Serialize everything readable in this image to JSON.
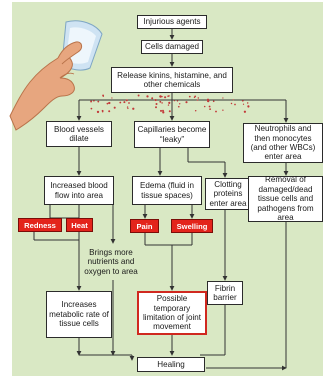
{
  "nodes": {
    "injurious_agents": "Injurious agents",
    "cells_damaged": "Cells damaged",
    "release_chemicals": "Release kinins, histamine, and other chemicals",
    "blood_vessels_dilate": "Blood vessels dilate",
    "capillaries_leaky": "Capillaries become “leaky”",
    "neutrophils_monocytes": "Neutrophils and then monocytes (and other WBCs) enter area",
    "increased_blood_flow": "Increased blood flow into area",
    "edema": "Edema (fluid in tissue spaces)",
    "clotting_proteins": "Clotting proteins enter area",
    "removal_damaged": "Removal of damaged/dead tissue cells and pathogens from area",
    "redness": "Redness",
    "heat": "Heat",
    "pain": "Pain",
    "swelling": "Swelling",
    "brings_nutrients": "Brings more nutrients and oxygen to area",
    "fibrin_barrier": "Fibrin barrier",
    "increases_metabolic": "Increases metabolic rate of tissue cells",
    "limitation_joint": "Possible temporary limitation of joint movement",
    "healing": "Healing"
  },
  "colors": {
    "panel": "#d9e8c4",
    "cardinal_sign": "#e3241b",
    "dots": "#c23a3a"
  }
}
